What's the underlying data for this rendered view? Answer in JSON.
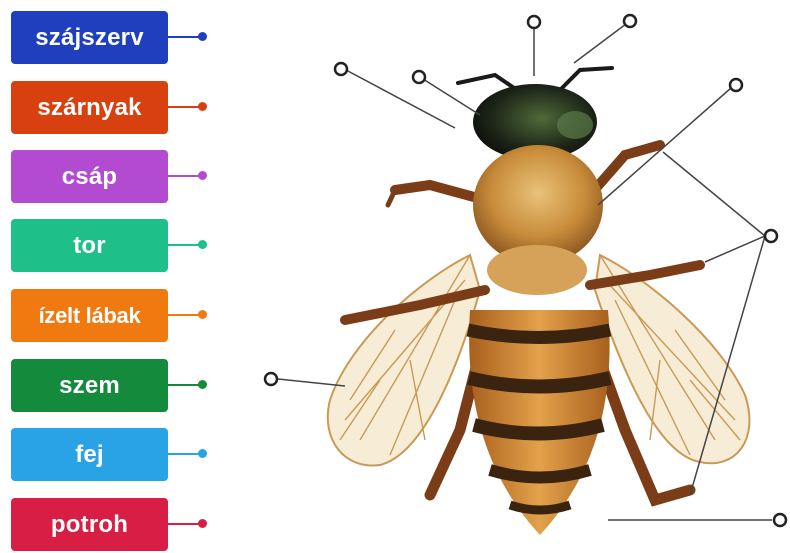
{
  "labels": [
    {
      "text": "szájszerv",
      "color": "#1f3fbf"
    },
    {
      "text": "szárnyak",
      "color": "#d9400f"
    },
    {
      "text": "csáp",
      "color": "#b24bd0"
    },
    {
      "text": "tor",
      "color": "#1fbf8a"
    },
    {
      "text": "ízelt lábak",
      "color": "#f07a10"
    },
    {
      "text": "szem",
      "color": "#138a3c"
    },
    {
      "text": "fej",
      "color": "#2aa3e6"
    },
    {
      "text": "potroh",
      "color": "#d81e45"
    }
  ],
  "image": {
    "subject": "honeybee-illustration"
  }
}
